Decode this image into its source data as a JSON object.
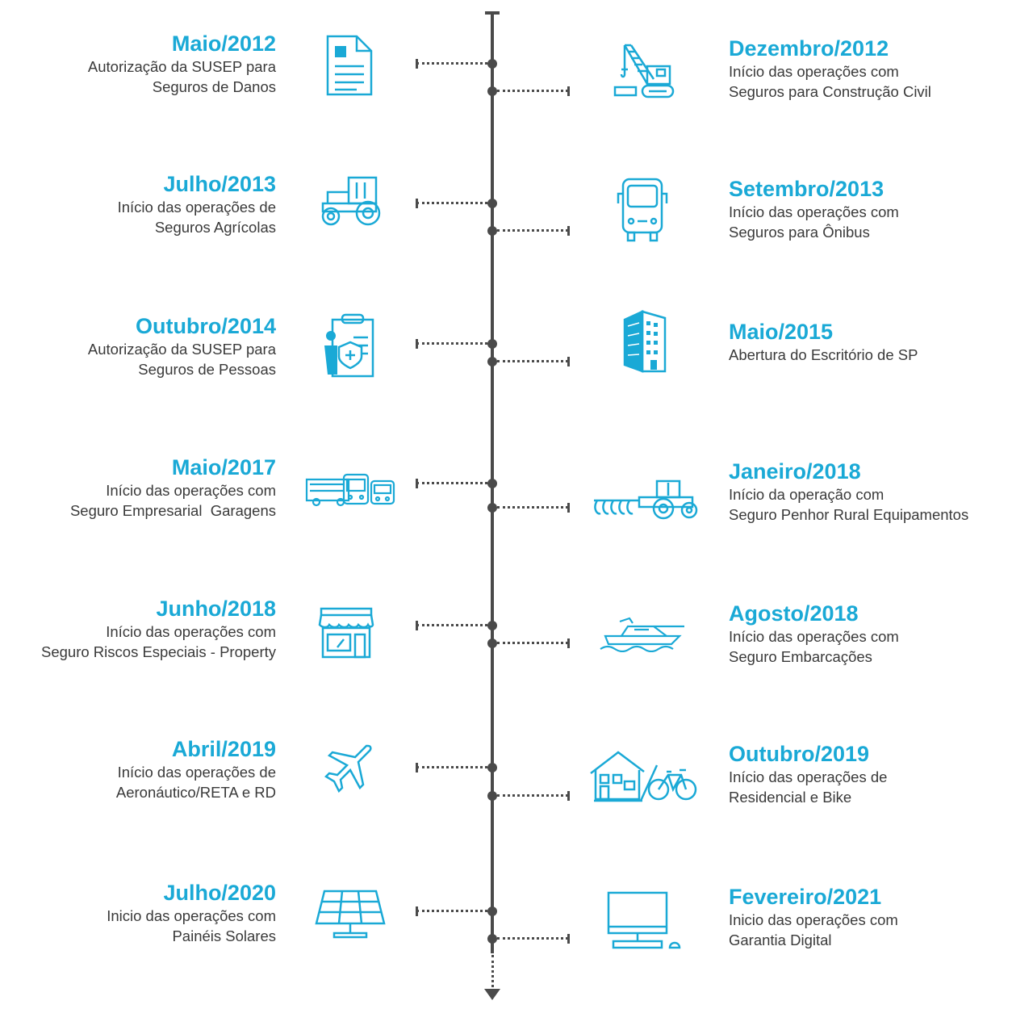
{
  "colors": {
    "accent": "#1aa9d6",
    "axis": "#4a4a4a",
    "text": "#3a3a3a"
  },
  "left": [
    {
      "date": "Maio/2012",
      "desc": "Autorização da SUSEP para\nSeguros de Danos",
      "icon": "document-icon"
    },
    {
      "date": "Julho/2013",
      "desc": "Início das operações de\nSeguros Agrícolas",
      "icon": "tractor-icon"
    },
    {
      "date": "Outubro/2014",
      "desc": "Autorização da SUSEP para\nSeguros de Pessoas",
      "icon": "person-shield-clipboard-icon"
    },
    {
      "date": "Maio/2017",
      "desc": "Início das operações com\nSeguro Empresarial  Garagens",
      "icon": "buses-icon"
    },
    {
      "date": "Junho/2018",
      "desc": "Início das operações com\nSeguro Riscos Especiais - Property",
      "icon": "storefront-icon"
    },
    {
      "date": "Abril/2019",
      "desc": "Início das operações de\nAeronáutico/RETA e RD",
      "icon": "airplane-icon"
    },
    {
      "date": "Julho/2020",
      "desc": "Inicio das operações com\nPainéis Solares",
      "icon": "solar-panel-icon"
    }
  ],
  "right": [
    {
      "date": "Dezembro/2012",
      "desc": "Início das operações com\nSeguros para Construção Civil",
      "icon": "crane-icon"
    },
    {
      "date": "Setembro/2013",
      "desc": "Início das operações com\nSeguros para Ônibus",
      "icon": "bus-front-icon"
    },
    {
      "date": "Maio/2015",
      "desc": "Abertura do Escritório de SP",
      "icon": "office-building-icon"
    },
    {
      "date": "Janeiro/2018",
      "desc": "Início da operação com\nSeguro Penhor Rural Equipamentos",
      "icon": "tractor-plow-icon"
    },
    {
      "date": "Agosto/2018",
      "desc": "Início das operações com\nSeguro Embarcações",
      "icon": "yacht-icon"
    },
    {
      "date": "Outubro/2019",
      "desc": "Início das operações de\nResidencial e Bike",
      "icon": "house-bike-icon"
    },
    {
      "date": "Fevereiro/2021",
      "desc": "Inicio das operações com\nGarantia Digital",
      "icon": "computer-icon"
    }
  ]
}
